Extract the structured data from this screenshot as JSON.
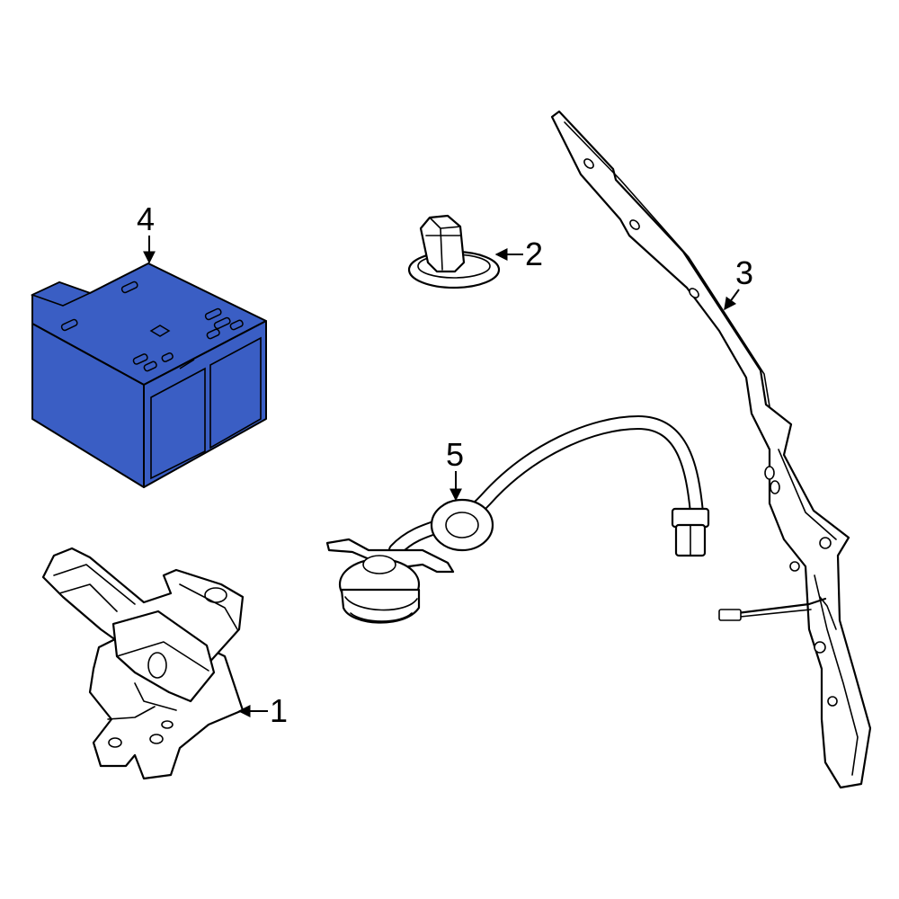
{
  "callouts": {
    "part1": "1",
    "part2": "2",
    "part3": "3",
    "part4": "4",
    "part5": "5"
  },
  "colors": {
    "highlight_fill": "#3a5ec4",
    "line": "#000000",
    "background": "#ffffff"
  }
}
